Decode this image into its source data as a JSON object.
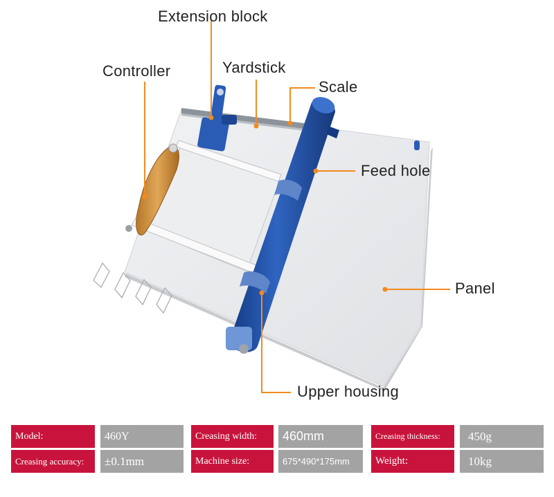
{
  "callouts": {
    "extension_block": "Extension block",
    "controller": "Controller",
    "yardstick": "Yardstick",
    "scale": "Scale",
    "feed_hole": "Feed hole",
    "panel": "Panel",
    "upper_housing": "Upper housing"
  },
  "colors": {
    "leader_line": "#f28a1f",
    "label_bg": "#c8143c",
    "value_bg": "#a3a3a3",
    "roller": "#1f4ea0",
    "panel": "#e9eaec"
  },
  "specs": {
    "model_label": "Model:",
    "model_value": "460Y",
    "creasing_width_label": "Creasing width:",
    "creasing_width_value": "460mm",
    "creasing_thickness_label": "Creasing thickness:",
    "creasing_thickness_value": "450g",
    "creasing_accuracy_label": "Creasing accuracy:",
    "creasing_accuracy_value": "±0.1mm",
    "machine_size_label": "Machine size:",
    "machine_size_value": "675*490*175mm",
    "weight_label": "Weight:",
    "weight_value": "10kg"
  }
}
